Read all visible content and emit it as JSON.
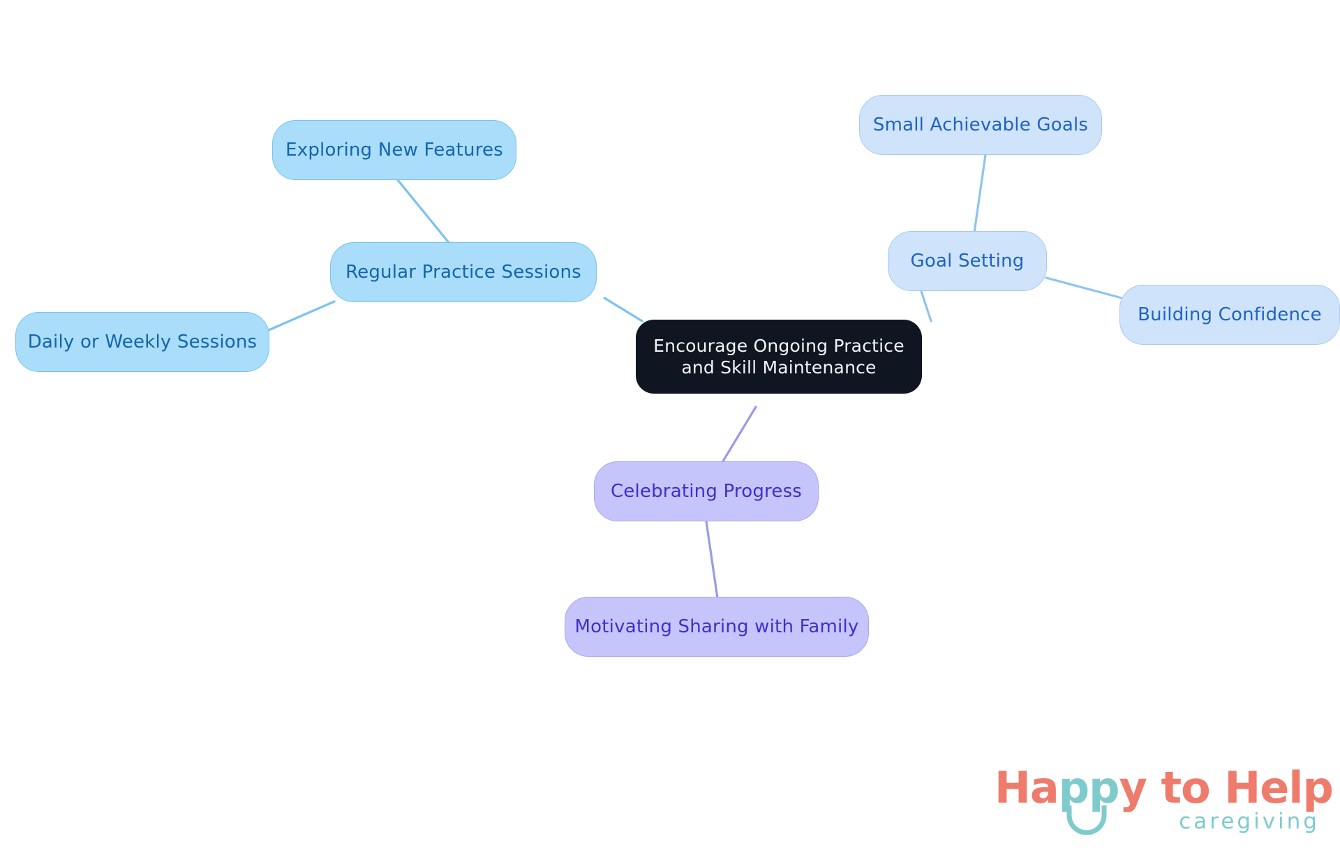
{
  "diagram": {
    "type": "mind-map",
    "title": "Encourage Ongoing Practice and Skill Maintenance",
    "central_node": {
      "label": "Encourage Ongoing Practice\nand Skill Maintenance",
      "fill": "#101522",
      "text_color": "#f3f4f7"
    },
    "branches": [
      {
        "name": "regular-practice-sessions",
        "label": "Regular Practice Sessions",
        "fill": "#a9ddf9",
        "border": "#76c3ef",
        "text_color": "#1565ab",
        "edge_color": "#7cc2ef",
        "children": [
          {
            "name": "exploring-new-features",
            "label": "Exploring New Features"
          },
          {
            "name": "daily-or-weekly-sessions",
            "label": "Daily or Weekly Sessions"
          }
        ]
      },
      {
        "name": "goal-setting",
        "label": "Goal Setting",
        "fill": "#cfe4fb",
        "border": "#a8c9ee",
        "text_color": "#1f63c4",
        "edge_color": "#8ec5ee",
        "children": [
          {
            "name": "small-achievable-goals",
            "label": "Small Achievable Goals"
          },
          {
            "name": "building-confidence",
            "label": "Building Confidence"
          }
        ]
      },
      {
        "name": "celebrating-progress",
        "label": "Celebrating Progress",
        "fill": "#c6c5fb",
        "border": "#a7a5f2",
        "text_color": "#3b32c9",
        "edge_color": "#9a9ae8",
        "children": [
          {
            "name": "motivating-sharing-with-family",
            "label": "Motivating Sharing with Family"
          }
        ]
      }
    ],
    "nodes": {
      "central": "Encourage Ongoing Practice\nand Skill Maintenance",
      "regular_practice_sessions": "Regular Practice Sessions",
      "exploring_new_features": "Exploring New Features",
      "daily_or_weekly_sessions": "Daily or Weekly Sessions",
      "goal_setting": "Goal Setting",
      "small_achievable_goals": "Small Achievable Goals",
      "building_confidence": "Building Confidence",
      "celebrating_progress": "Celebrating Progress",
      "motivating_sharing_with_family": "Motivating Sharing with Family"
    },
    "background": "#ffffff"
  },
  "logo": {
    "word_happy": "Happy",
    "word_ha": "Ha",
    "word_pp": "pp",
    "word_y": "y",
    "word_to": "to",
    "word_help": "Help",
    "full_wordmark": "Happy to Help",
    "tagline": "caregiving",
    "coral": "#ee7b6b",
    "teal": "#7fcbcb"
  }
}
